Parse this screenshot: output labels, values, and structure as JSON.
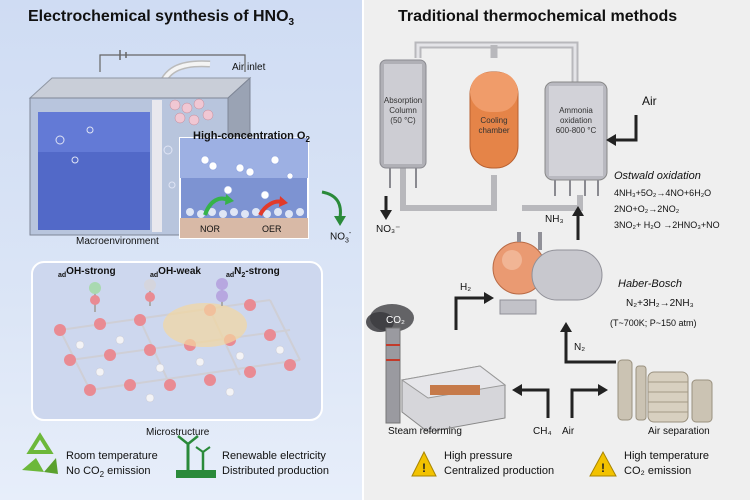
{
  "left": {
    "title": "Electrochemical synthesis of HNO",
    "title_sub": "3",
    "air_inlet": "Air inlet",
    "high_conc": "High-concentration O",
    "high_conc_sub": "2",
    "nor": "NOR",
    "oer": "OER",
    "no3": "NO",
    "no3_sub": "3",
    "no3_sup": "-",
    "macro": "Macroenvironment",
    "oh_strong": "OH-strong",
    "oh_weak": "OH-weak",
    "n2_strong_pre": "N",
    "n2_strong_sub": "2",
    "n2_strong_post": "-strong",
    "ads": "ad",
    "micro": "Microstructure",
    "room_temp": "Room temperature",
    "no_co2_pre": "No CO",
    "no_co2_sub": "2",
    "no_co2_post": " emission",
    "renewable": "Renewable electricity",
    "distributed": "Distributed production"
  },
  "right": {
    "title": "Traditional thermochemical methods",
    "absorption": "Absorption",
    "column": "Column",
    "abs_temp": "(50 °C)",
    "cooling": "Cooling",
    "chamber": "chamber",
    "ammonia": "Ammonia",
    "oxidation": "oxidation",
    "ox_temp": "600-800 °C",
    "air": "Air",
    "ostwald": "Ostwald oxidation",
    "eq1": "4NH₃+5O₂→4NO+6H₂O",
    "eq2": "2NO+O₂→2NO₂",
    "eq3": "3NO₂+ H₂O →2HNO₃+NO",
    "no3_out": "NO₃⁻",
    "nh3": "NH₃",
    "h2": "H₂",
    "haber": "Haber-Bosch",
    "hb_eq": "N₂+3H₂→2NH₃",
    "hb_cond": "(T~700K; P~150 atm)",
    "co2": "CO₂",
    "n2": "N₂",
    "steam": "Steam reforming",
    "ch4": "CH₄",
    "air2": "Air",
    "air_sep": "Air separation",
    "high_pressure": "High pressure",
    "centralized": "Centralized production",
    "high_temp": "High temperature",
    "co2_emission": "CO₂ emission"
  },
  "colors": {
    "left_bg": "#d6e1f4",
    "right_bg": "#efefef",
    "arrow": "#222222",
    "green_arrow": "#2a8a3a",
    "warning": "#f2c200",
    "recycle": "#6cb83a"
  }
}
